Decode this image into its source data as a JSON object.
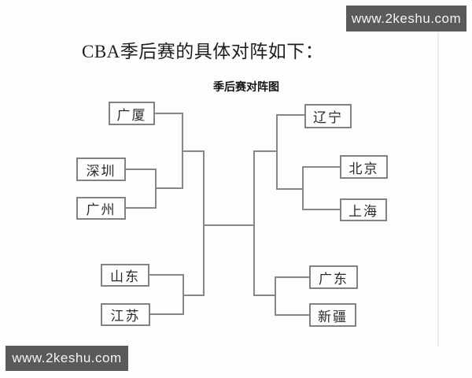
{
  "watermarks": {
    "top_right": "www.2keshu.com",
    "bottom_left": "www.2keshu.com"
  },
  "heading": "CBA季后赛的具体对阵如下：",
  "bracket": {
    "title": "季后赛对阵图",
    "left": {
      "seed": "广厦",
      "quarterfinal_pair": [
        "深圳",
        "广州"
      ],
      "semifinal_pair": [
        "山东",
        "江苏"
      ]
    },
    "right": {
      "seed": "辽宁",
      "quarterfinal_pair": [
        "北京",
        "上海"
      ],
      "semifinal_pair": [
        "广东",
        "新疆"
      ]
    }
  },
  "colors": {
    "watermark_bg": "#5a5a5a",
    "watermark_text": "#f4f4f4",
    "connector_line": "#878787",
    "box_border": "#828282",
    "box_text": "#2b2b2b",
    "heading_text": "#1e1e1e",
    "page_bg": "#fdfdfd",
    "page_edge_line": "#ececec"
  }
}
